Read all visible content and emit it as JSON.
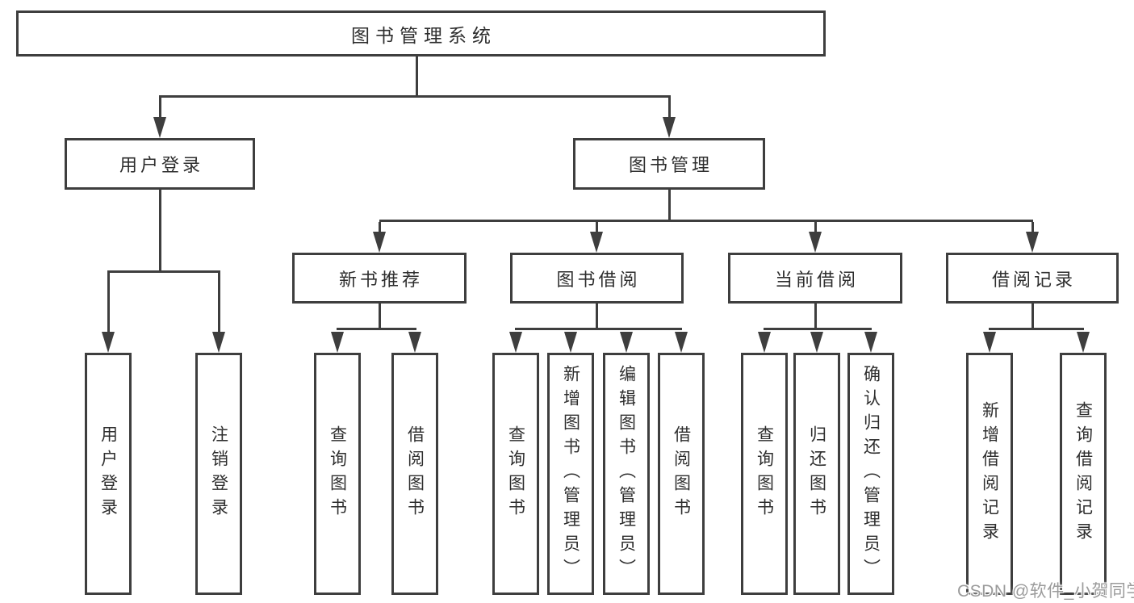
{
  "colors": {
    "line": "#3e3e3e",
    "text": "#2e2e2e",
    "wm": "#9b9b9b",
    "bg": "#ffffff"
  },
  "tree": {
    "root": {
      "label": "图书管理系统"
    },
    "branches": [
      {
        "label": "用户登录",
        "children": [
          {
            "label": "用户登录"
          },
          {
            "label": "注销登录"
          }
        ]
      },
      {
        "label": "图书管理",
        "groups": [
          {
            "label": "新书推荐",
            "children": [
              {
                "label": "查询图书"
              },
              {
                "label": "借阅图书"
              }
            ]
          },
          {
            "label": "图书借阅",
            "children": [
              {
                "label": "查询图书"
              },
              {
                "label": "新增图书（管理员）"
              },
              {
                "label": "编辑图书（管理员）"
              },
              {
                "label": "借阅图书"
              }
            ]
          },
          {
            "label": "当前借阅",
            "children": [
              {
                "label": "查询图书"
              },
              {
                "label": "归还图书"
              },
              {
                "label": "确认归还（管理员）"
              }
            ]
          },
          {
            "label": "借阅记录",
            "children": [
              {
                "label": "新增借阅记录"
              },
              {
                "label": "查询借阅记录"
              }
            ]
          }
        ]
      }
    ]
  },
  "watermark": {
    "text": "CSDN @软件_小贺同学"
  }
}
